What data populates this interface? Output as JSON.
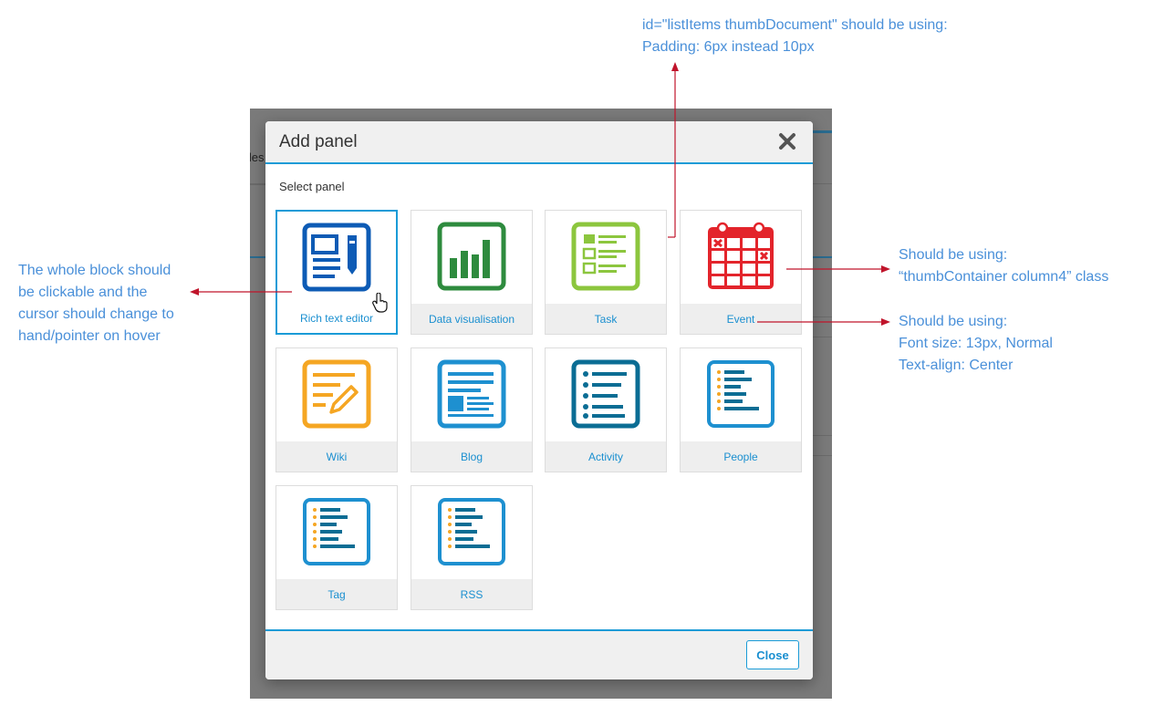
{
  "backdrop": {
    "peek_text": "iles"
  },
  "modal": {
    "title": "Add panel",
    "select_label": "Select panel",
    "close_button_label": "Close",
    "accent_color": "#1a9bd7"
  },
  "tiles": [
    {
      "label": "Rich text editor",
      "icon": "rich-text-editor-icon",
      "color": "#0d5bb5",
      "selected": true
    },
    {
      "label": "Data visualisation",
      "icon": "bar-chart-icon",
      "color": "#2e8b3e",
      "selected": false
    },
    {
      "label": "Task",
      "icon": "task-checklist-icon",
      "color": "#8cc63e",
      "selected": false
    },
    {
      "label": "Event",
      "icon": "calendar-icon",
      "color": "#e3242b",
      "selected": false
    },
    {
      "label": "Wiki",
      "icon": "wiki-edit-icon",
      "color": "#f5a623",
      "selected": false
    },
    {
      "label": "Blog",
      "icon": "blog-icon",
      "color": "#1e90d0",
      "selected": false
    },
    {
      "label": "Activity",
      "icon": "activity-list-icon",
      "color": "#0b6d94",
      "selected": false
    },
    {
      "label": "People",
      "icon": "people-list-icon",
      "color": "#1e90d0",
      "selected": false
    },
    {
      "label": "Tag",
      "icon": "tag-list-icon",
      "color": "#1e90d0",
      "selected": false
    },
    {
      "label": "RSS",
      "icon": "rss-list-icon",
      "color": "#1e90d0",
      "selected": false
    }
  ],
  "annotations": {
    "top": [
      "id=\"listItems thumbDocument\" should be using:",
      "Padding: 6px instead 10px"
    ],
    "left": [
      "The whole block should",
      "be clickable and the",
      "cursor should change to",
      "hand/pointer on hover"
    ],
    "right_class": [
      "Should be using:",
      "“thumbContainer column4” class"
    ],
    "right_font": [
      "Should be using:",
      "Font size: 13px, Normal",
      "Text-align: Center"
    ],
    "color": "#4a90d9",
    "arrow_color": "#c0142b"
  }
}
